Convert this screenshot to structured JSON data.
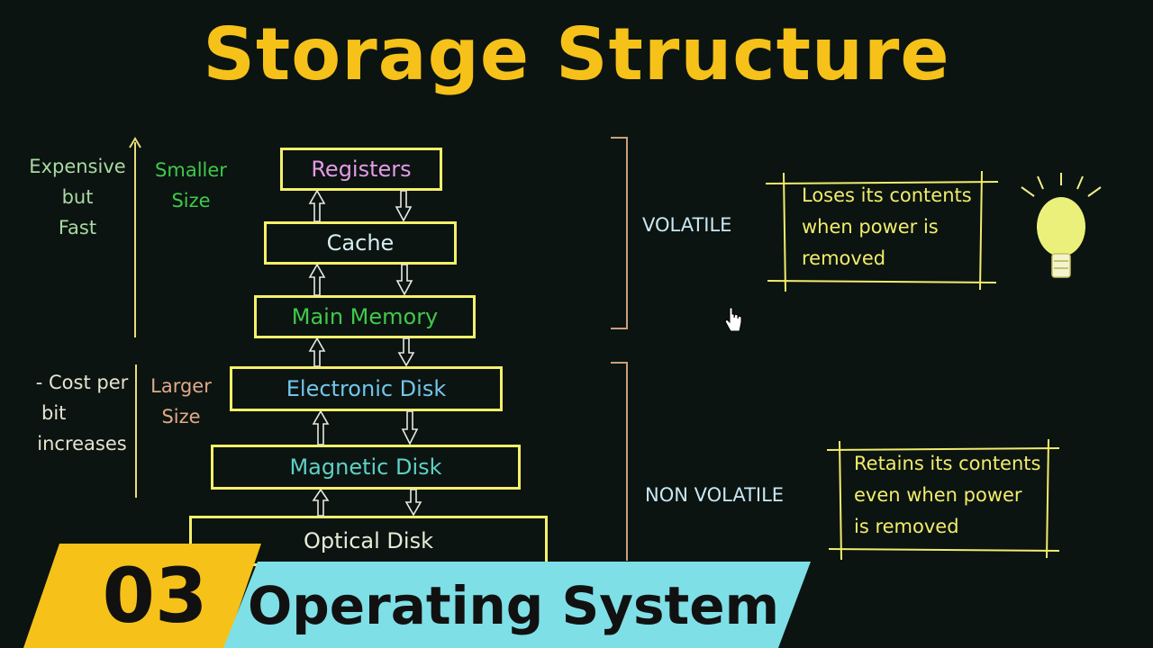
{
  "title": "Storage Structure",
  "left_notes": {
    "top_cost": [
      "Expensive",
      "but",
      "Fast"
    ],
    "top_size": [
      "Smaller",
      "Size"
    ],
    "bottom_cost": [
      "- Cost per",
      "bit",
      "increases"
    ],
    "bottom_size": [
      "Larger",
      "Size"
    ]
  },
  "levels": [
    {
      "label": "Registers",
      "color": "#e39be6"
    },
    {
      "label": "Cache",
      "color": "#d6eef2"
    },
    {
      "label": "Main Memory",
      "color": "#42c84a"
    },
    {
      "label": "Electronic Disk",
      "color": "#73c6ea"
    },
    {
      "label": "Magnetic Disk",
      "color": "#5fd0c6"
    },
    {
      "label": "Optical Disk",
      "color": "#e6ecd8"
    }
  ],
  "volatile": {
    "label": "VOLATILE",
    "description": [
      "Loses its contents",
      "when power is",
      "removed"
    ]
  },
  "non_volatile": {
    "label": "NON VOLATILE",
    "description": [
      "Retains its contents",
      "even when power",
      "is removed"
    ]
  },
  "footer": {
    "number": "03",
    "series": "Operating System"
  },
  "colors": {
    "title": "#f6c21a",
    "box_border": "#f4f06a",
    "background": "#0b1410",
    "footer_yellow": "#f6c21a",
    "footer_cyan": "#7fdfe6"
  }
}
